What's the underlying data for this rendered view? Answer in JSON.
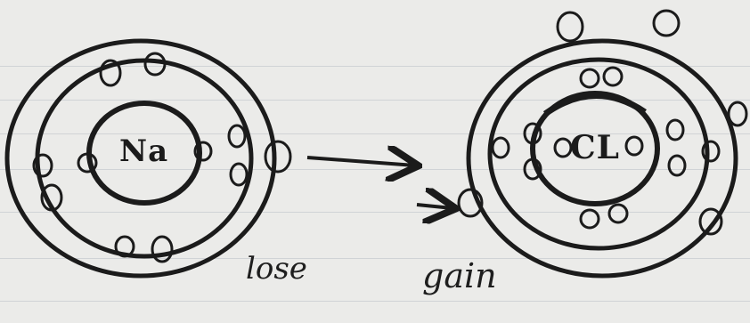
{
  "atoms": [
    {
      "symbol": "Na",
      "shells": 3
    },
    {
      "symbol": "CL",
      "shells": 3
    }
  ],
  "annotations": {
    "left": "lose",
    "right": "gain"
  },
  "colors": {
    "ink": "#1b1b1b",
    "paper": "#ebebe9",
    "rule_line": "#d0d3d6"
  }
}
